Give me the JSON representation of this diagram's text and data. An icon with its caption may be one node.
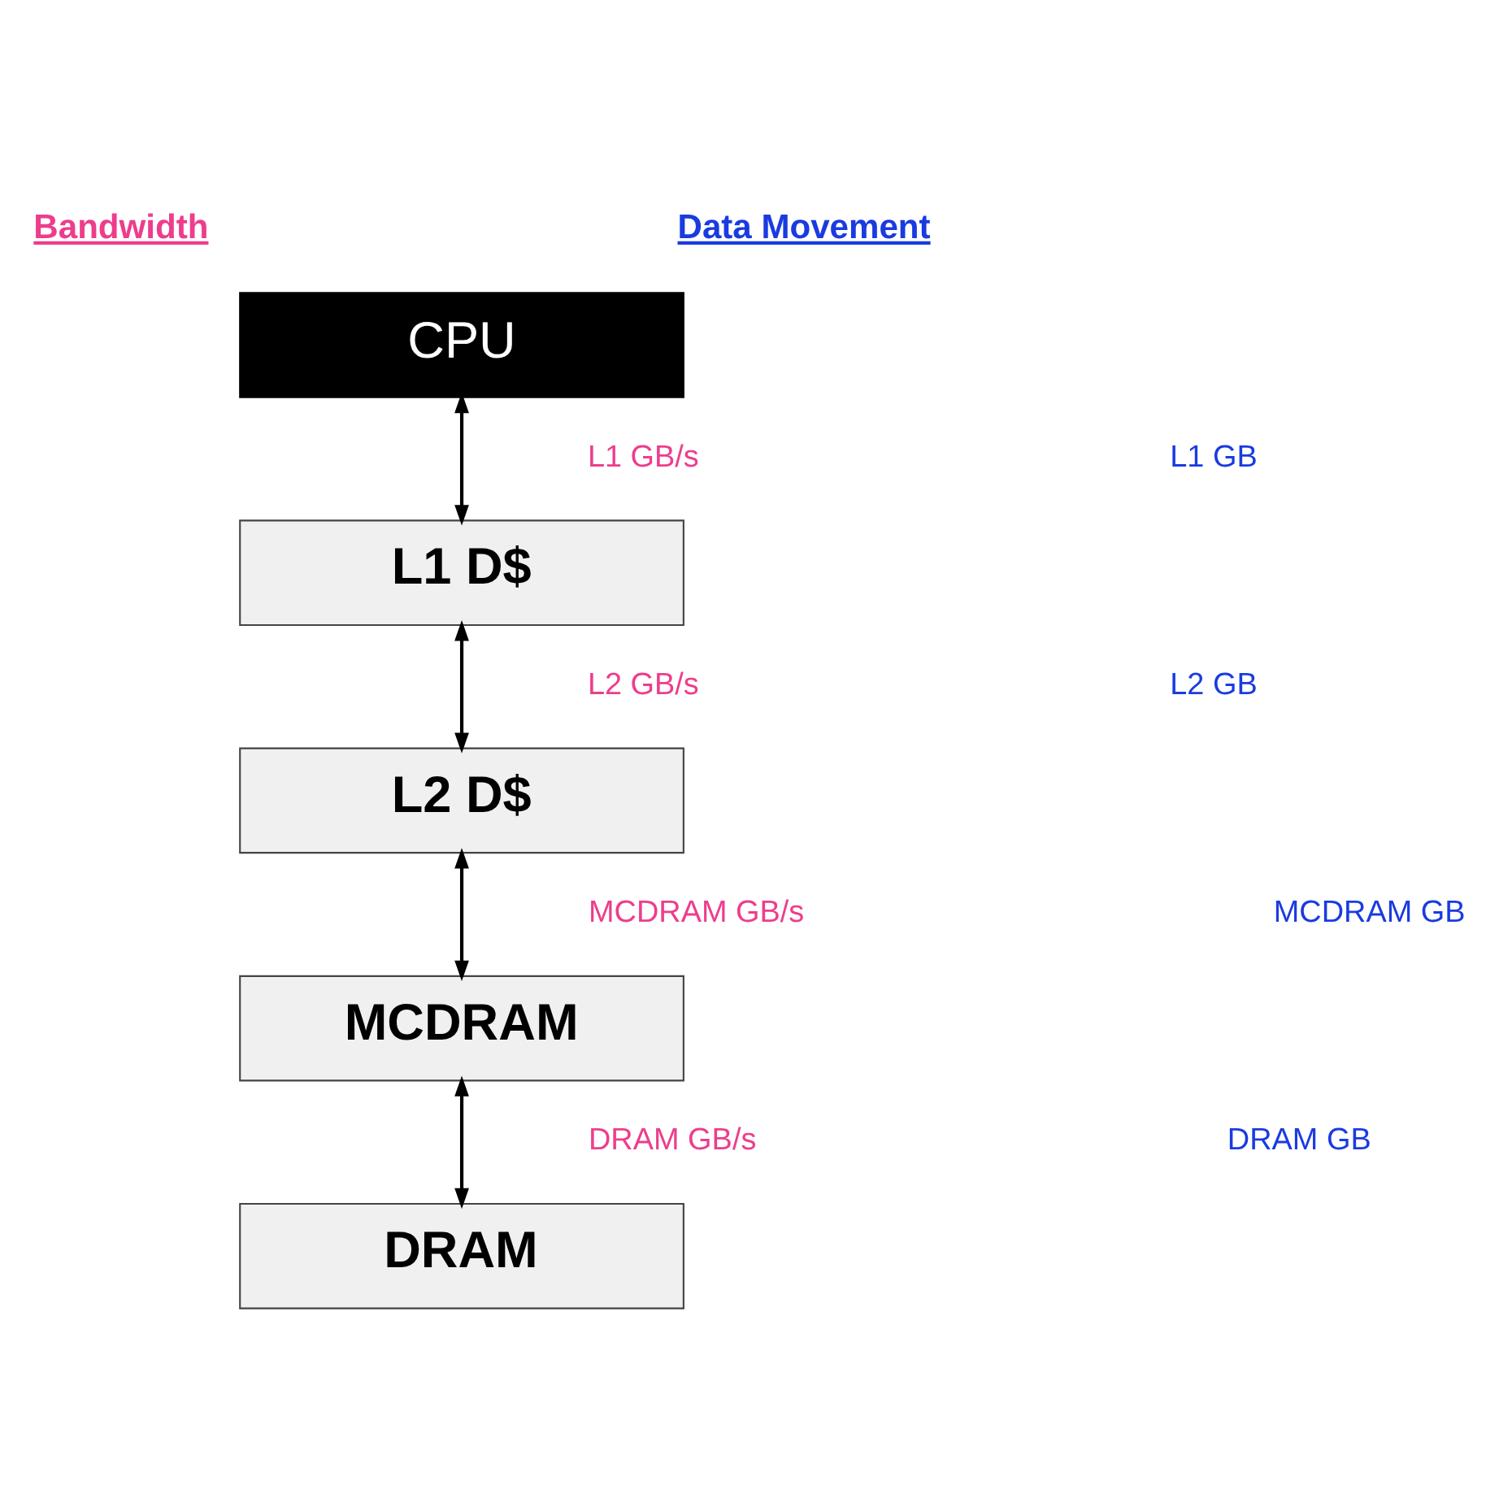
{
  "diagram": {
    "nodes": [
      {
        "text": [
          "CPU"
        ]
      },
      {
        "text": [
          "L1 D$"
        ]
      },
      {
        "text": [
          "L2 D$"
        ]
      },
      {
        "text": [
          "MCDRAM"
        ]
      },
      {
        "text": [
          "DRAM"
        ]
      }
    ],
    "edges": [
      {
        "from": 0,
        "to": 1,
        "arrow": "both"
      },
      {
        "from": 1,
        "to": 2,
        "arrow": "both"
      },
      {
        "from": 2,
        "to": 3,
        "arrow": "both"
      },
      {
        "from": 3,
        "to": 4,
        "arrow": "both"
      }
    ],
    "labels": [
      "Bandwidth",
      "Data Movement",
      "L1 GB/s",
      "L1 GB",
      "L2 GB/s",
      "L2 GB",
      "MCDRAM GB/s",
      "MCDRAM GB",
      "DRAM GB/s",
      "DRAM GB"
    ]
  }
}
